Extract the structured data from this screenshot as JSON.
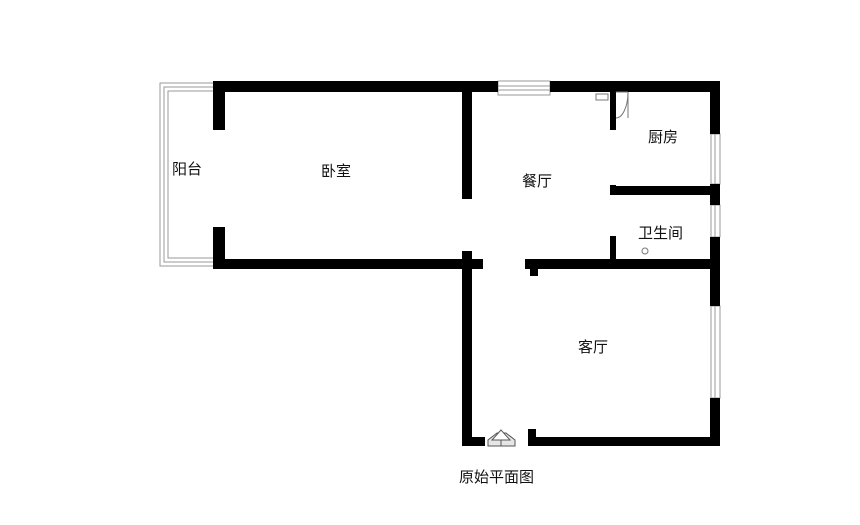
{
  "rooms": {
    "balcony": "阳台",
    "bedroom": "卧室",
    "dining": "餐厅",
    "kitchen": "厨房",
    "bathroom": "卫生间",
    "living": "客厅"
  },
  "caption": "原始平面图",
  "colors": {
    "wall": "#000000",
    "window": "#9a9a9a",
    "background": "#ffffff"
  }
}
